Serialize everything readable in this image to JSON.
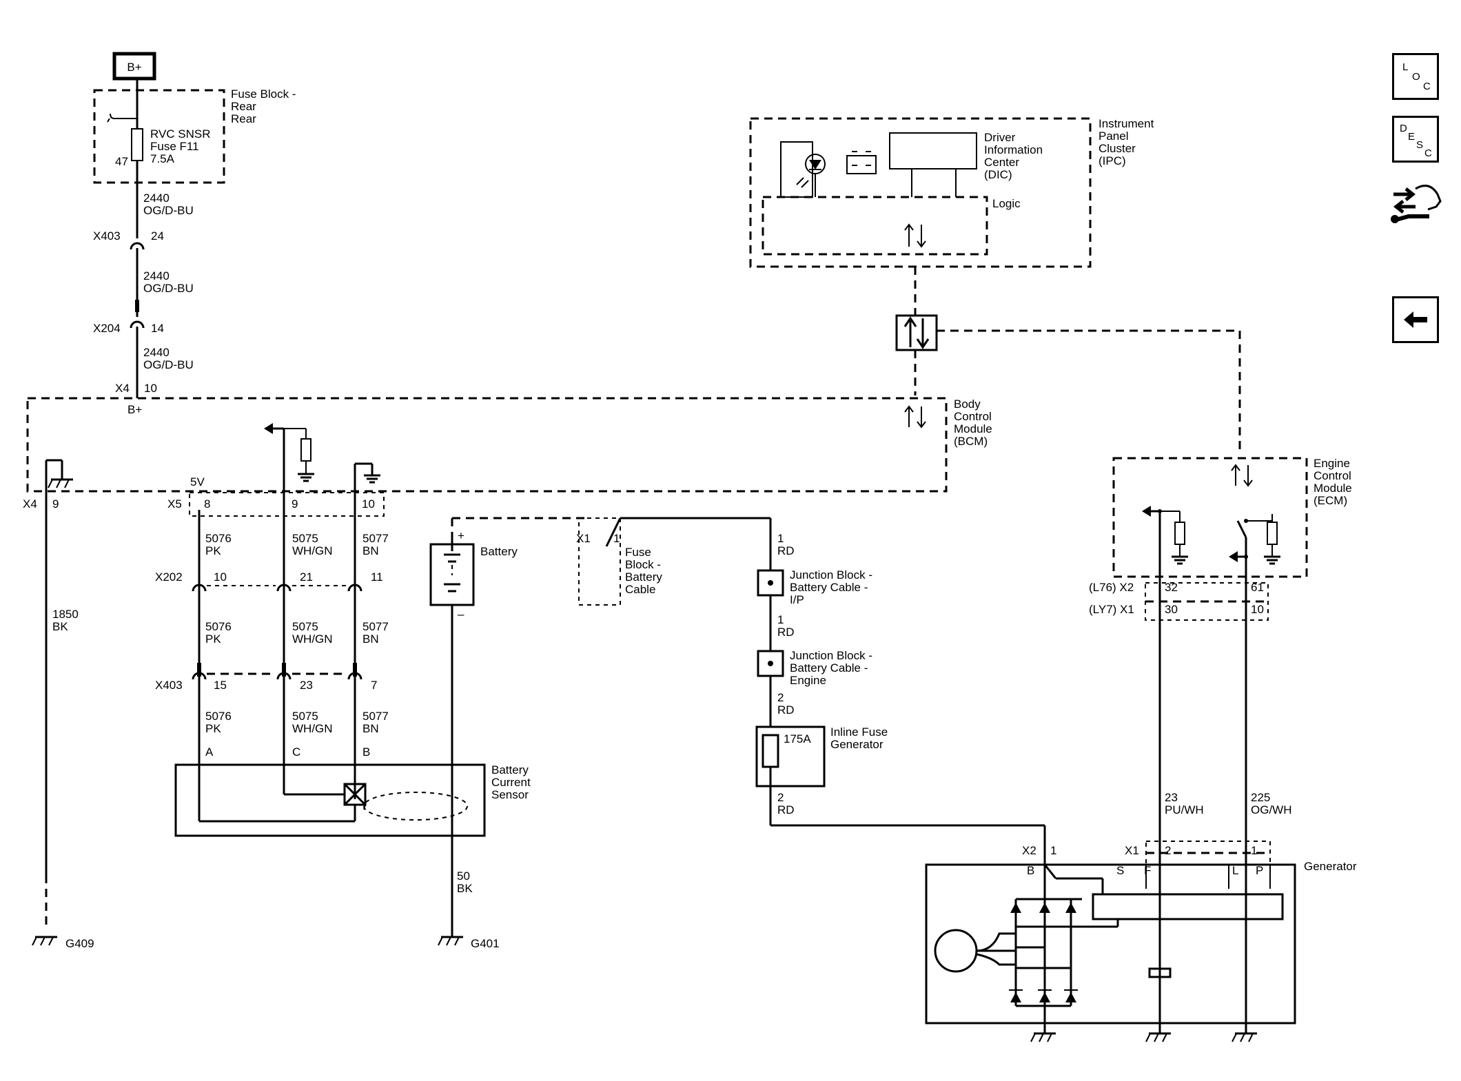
{
  "power": {
    "bplus": "B+"
  },
  "fuse_block_rear": {
    "name": "Fuse Block -",
    "name2": "Rear",
    "fuse": "RVC SNSR",
    "fuse2": "Fuse F11",
    "rating": "7.5A",
    "pin": "47"
  },
  "wire_2440": {
    "circuit": "2440",
    "color": "OG/D-BU"
  },
  "x403_top": {
    "conn": "X403",
    "pin": "24"
  },
  "x204": {
    "conn": "X204",
    "pin": "14"
  },
  "x4_top": {
    "conn": "X4",
    "pin": "10",
    "label": "B+"
  },
  "ipc": {
    "name": "Instrument",
    "name2": "Panel",
    "name3": "Cluster",
    "name4": "(IPC)",
    "dic": "Driver",
    "dic2": "Information",
    "dic3": "Center",
    "dic4": "(DIC)",
    "logic": "Logic"
  },
  "bcm": {
    "name": "Body",
    "name2": "Control",
    "name3": "Module",
    "name4": "(BCM)"
  },
  "ecm": {
    "name": "Engine",
    "name2": "Control",
    "name3": "Module",
    "name4": "(ECM)"
  },
  "x4_bottom": {
    "conn": "X4",
    "pin": "9"
  },
  "x5": {
    "conn": "X5",
    "v": "5V",
    "pins": [
      "8",
      "9",
      "10"
    ]
  },
  "w5076": {
    "circuit": "5076",
    "color": "PK"
  },
  "w5075": {
    "circuit": "5075",
    "color": "WH/GN"
  },
  "w5077": {
    "circuit": "5077",
    "color": "BN"
  },
  "x202": {
    "conn": "X202",
    "pins": [
      "10",
      "21",
      "11"
    ]
  },
  "x403_bottom": {
    "conn": "X403",
    "pins": [
      "15",
      "23",
      "7"
    ]
  },
  "w1850": {
    "circuit": "1850",
    "color": "BK"
  },
  "sensor": {
    "name": "Battery",
    "name2": "Current",
    "name3": "Sensor",
    "pins": [
      "A",
      "C",
      "B"
    ]
  },
  "battery": {
    "name": "Battery",
    "pos": "+",
    "neg": "–"
  },
  "w50": {
    "circuit": "50",
    "color": "BK"
  },
  "grounds": {
    "g409": "G409",
    "g401": "G401"
  },
  "fuse_block_battery": {
    "conn": "X1",
    "pin": "1",
    "name": "Fuse",
    "name2": "Block -",
    "name3": "Battery",
    "name4": "Cable"
  },
  "rd1": {
    "circuit": "1",
    "color": "RD"
  },
  "rd2": {
    "circuit": "2",
    "color": "RD"
  },
  "jb_ip": {
    "name": "Junction Block -",
    "name2": "Battery Cable -",
    "name3": "I/P"
  },
  "jb_engine": {
    "name": "Junction Block -",
    "name2": "Battery Cable -",
    "name3": "Engine"
  },
  "inline_fuse": {
    "rating": "175A",
    "name": "Inline Fuse",
    "name2": "Generator"
  },
  "ecm_conn": {
    "l76": "(L76) X2",
    "ly7": "(LY7) X1",
    "l76_pins": [
      "32",
      "61"
    ],
    "ly7_pins": [
      "30",
      "10"
    ]
  },
  "w23": {
    "circuit": "23",
    "color": "PU/WH"
  },
  "w225": {
    "circuit": "225",
    "color": "OG/WH"
  },
  "generator": {
    "name": "Generator",
    "x2": "X2",
    "x2_pin": "1",
    "x1": "X1",
    "x1_pins": [
      "2",
      "1"
    ],
    "terms": [
      "B",
      "S",
      "F",
      "L",
      "P"
    ]
  },
  "nav": {
    "loc": "LOC",
    "desc": "DESC",
    "connector_icon": "connector-wrench-icon",
    "back_icon": "back-arrow-icon"
  }
}
